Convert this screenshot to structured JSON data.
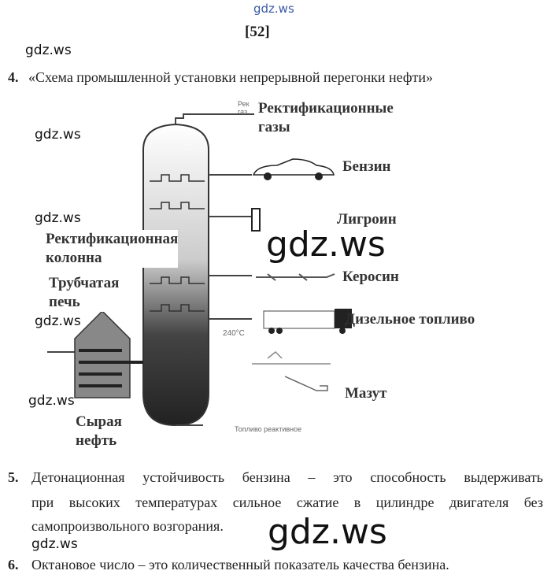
{
  "watermark": "gdz.ws",
  "page_number": "[52]",
  "item4": {
    "number": "4.",
    "text": "«Схема промышленной установки непрерывной перегонки нефти»"
  },
  "diagram": {
    "small_top": [
      "Рек",
      "газ"
    ],
    "temperature": "240°C",
    "caption": "Топливо реактивное",
    "labels": {
      "gases_1": "Ректификационные",
      "gases_2": "газы",
      "gasoline": "Бензин",
      "ligroin": "Лигроин",
      "kerosene": "Керосин",
      "diesel": "Дизельное топливо",
      "fuel_oil": "Мазут",
      "column_1": "Ректификационная",
      "column_2": "колонна",
      "furnace_1": "Трубчатая",
      "furnace_2": "печь",
      "crude_1": "Сырая",
      "crude_2": "нефть"
    }
  },
  "item5": {
    "number": "5.",
    "lines": [
      "Детонационная устойчивость бензина – это способность выдерживать",
      "при высоких температурах сильное сжатие в цилиндре двигателя без",
      "самопроизвольного возгорания."
    ]
  },
  "item6": {
    "number": "6.",
    "text": "Октановое число – это количественный показатель качества бензина."
  }
}
